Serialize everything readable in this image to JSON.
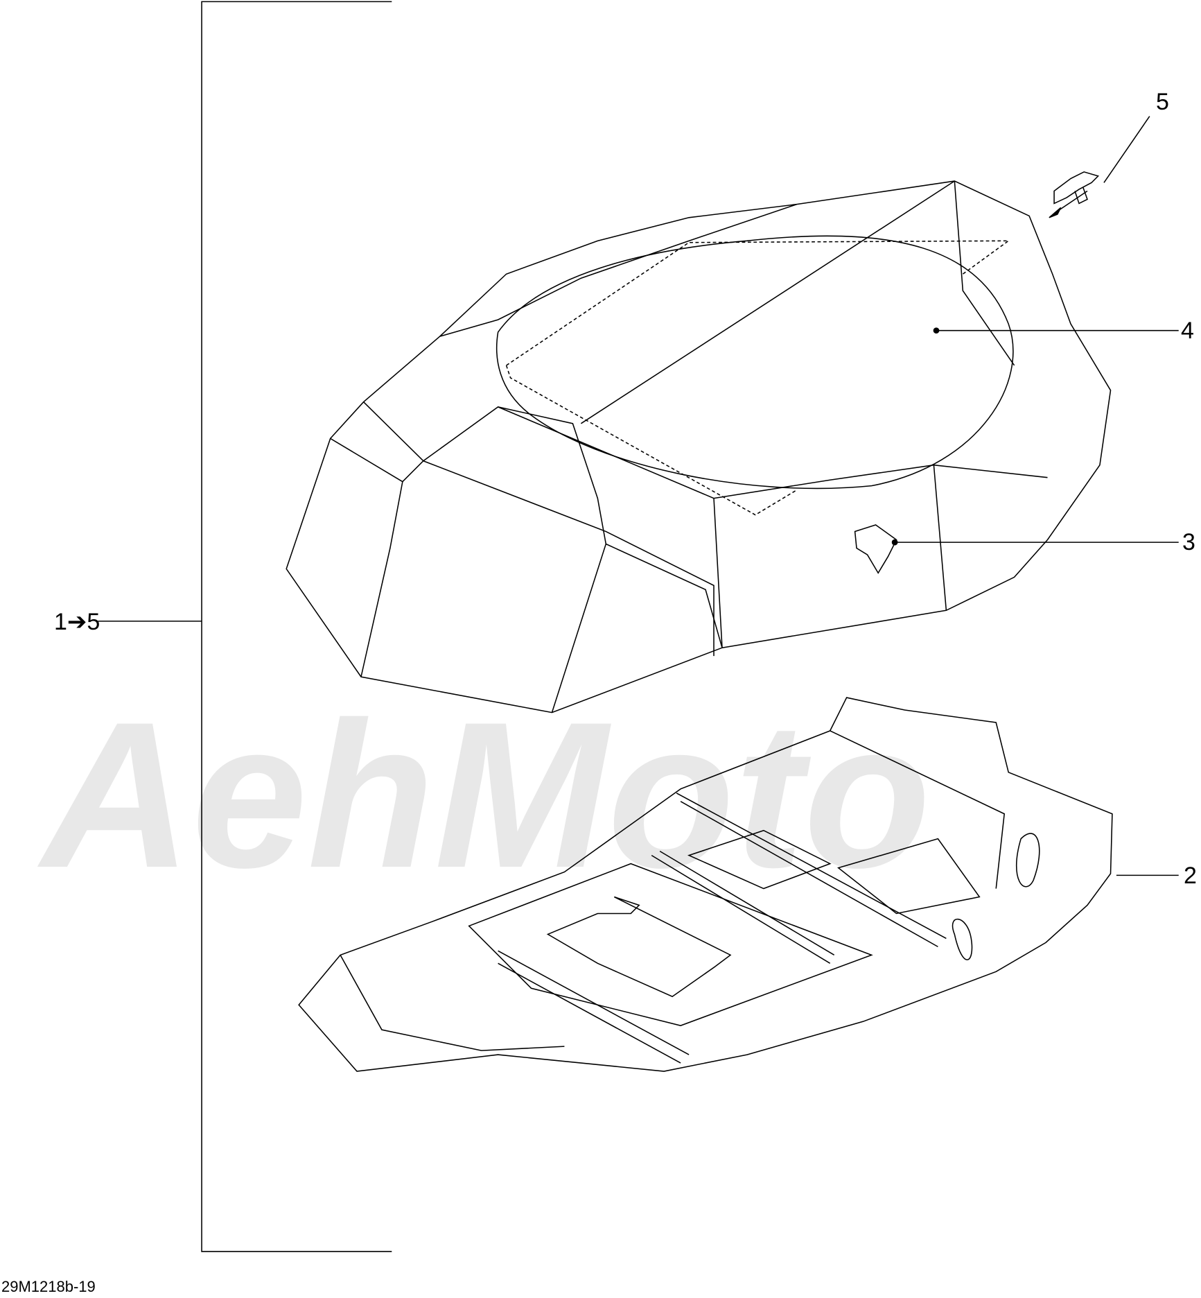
{
  "diagram": {
    "callouts": [
      {
        "id": "range",
        "label": "1➔5"
      },
      {
        "id": "p2",
        "label": "2"
      },
      {
        "id": "p3",
        "label": "3"
      },
      {
        "id": "p4",
        "label": "4"
      },
      {
        "id": "p5",
        "label": "5"
      }
    ],
    "drawing_code": "29M1218b-19",
    "watermark": "AehMoto"
  },
  "colors": {
    "line": "#000000",
    "watermark": "#e4e4e4"
  }
}
